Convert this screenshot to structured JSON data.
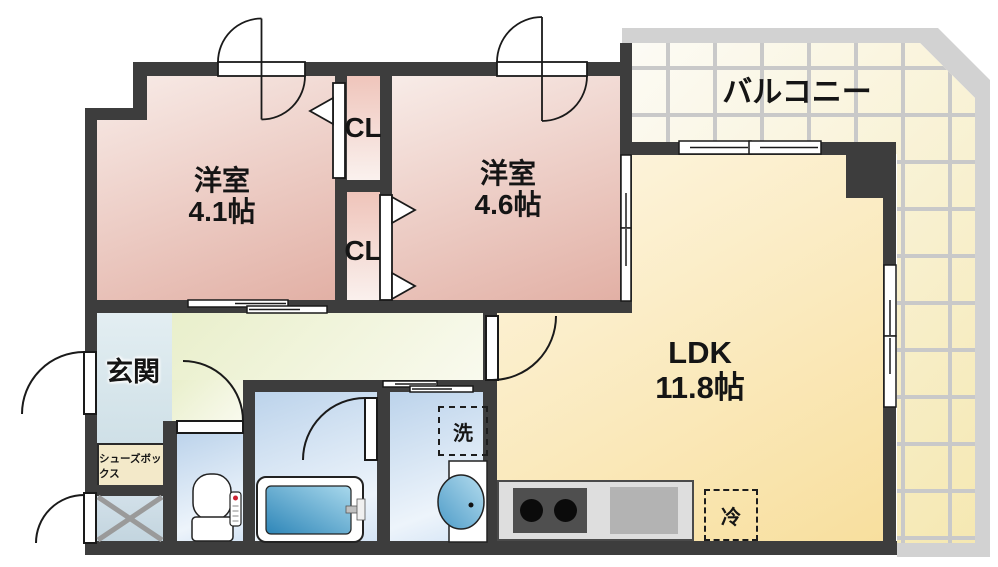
{
  "rooms": {
    "bedroom1": {
      "label": "洋室",
      "size": "4.1帖"
    },
    "bedroom2": {
      "label": "洋室",
      "size": "4.6帖"
    },
    "ldk": {
      "label": "LDK",
      "size": "11.8帖"
    },
    "balcony": {
      "label": "バルコニー"
    },
    "entrance": {
      "label": "玄関"
    },
    "closet_upper": {
      "label": "CL"
    },
    "closet_lower": {
      "label": "CL"
    },
    "shoebox": {
      "label": "シューズボックス"
    },
    "washer": {
      "label": "洗"
    },
    "fridge": {
      "label": "冷"
    }
  },
  "colors": {
    "wall": "#3d3d3d",
    "bedroom_light": "#f8ece8",
    "bedroom_dark": "#e2b0a5",
    "closet_light": "#faf1ee",
    "closet_dark": "#efc4ba",
    "ldk_light": "#fdf6e2",
    "ldk_dark": "#f8df9e",
    "hall_light": "#f9faee",
    "hall_dark": "#e9efcb",
    "entrance_light": "#e3eef2",
    "entrance_dark": "#cfe0e7",
    "wet_light": "#edf4fb",
    "wet_mid": "#d4e4f5",
    "wet_dark": "#bcd3eb",
    "tub_light": "#a8d8ec",
    "tub_dark": "#2e86b8",
    "tile_light": "#fcfbf5",
    "tile_dark": "#f5e8b2",
    "grout": "#c9c9c9",
    "band": "#d2d2d2",
    "counter": "#dedede",
    "stove": "#4f4f4f",
    "sink": "#b3b3b3",
    "shoebox": "#f3e9c9",
    "xmark": "#9a9a9a"
  }
}
